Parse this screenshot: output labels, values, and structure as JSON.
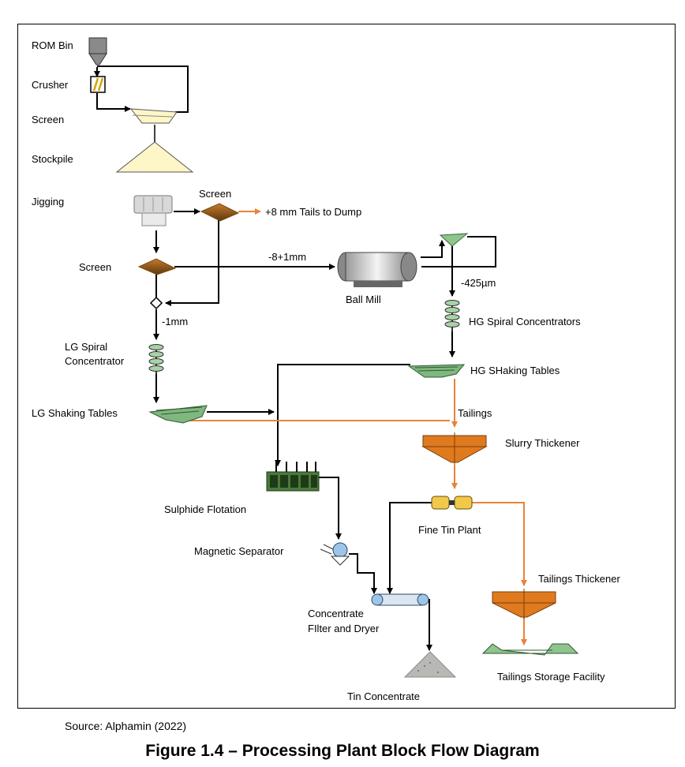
{
  "labels": {
    "rom_bin": "ROM Bin",
    "crusher": "Crusher",
    "screen1": "Screen",
    "stockpile": "Stockpile",
    "jigging": "Jigging",
    "screen_jig": "Screen",
    "tails_dump": "+8 mm Tails to Dump",
    "screen2": "Screen",
    "size_8_1": "-8+1mm",
    "ball_mill": "Ball Mill",
    "size_425": "-425µm",
    "hg_spiral": "HG Spiral Concentrators",
    "size_1mm": "-1mm",
    "lg_spiral_1": "LG Spiral",
    "lg_spiral_2": "Concentrator",
    "hg_tables": "HG SHaking Tables",
    "lg_tables": "LG Shaking Tables",
    "tailings": "Tailings",
    "slurry_thickener": "Slurry Thickener",
    "sulphide_flotation": "Sulphide Flotation",
    "fine_tin_plant": "Fine Tin Plant",
    "magnetic_separator": "Magnetic Separator",
    "tailings_thickener": "Tailings Thickener",
    "filter_dryer_1": "Concentrate",
    "filter_dryer_2": "FIlter and Dryer",
    "tsf": "Tailings Storage Facility",
    "tin_concentrate": "Tin Concentrate"
  },
  "source": "Source: Alphamin (2022)",
  "caption": "Figure 1.4 – Processing Plant Block Flow Diagram",
  "colors": {
    "flow": "#000000",
    "tailings_flow": "#e8833a",
    "table_green": "#7fb77e",
    "thickener_orange": "#e07a1f"
  }
}
